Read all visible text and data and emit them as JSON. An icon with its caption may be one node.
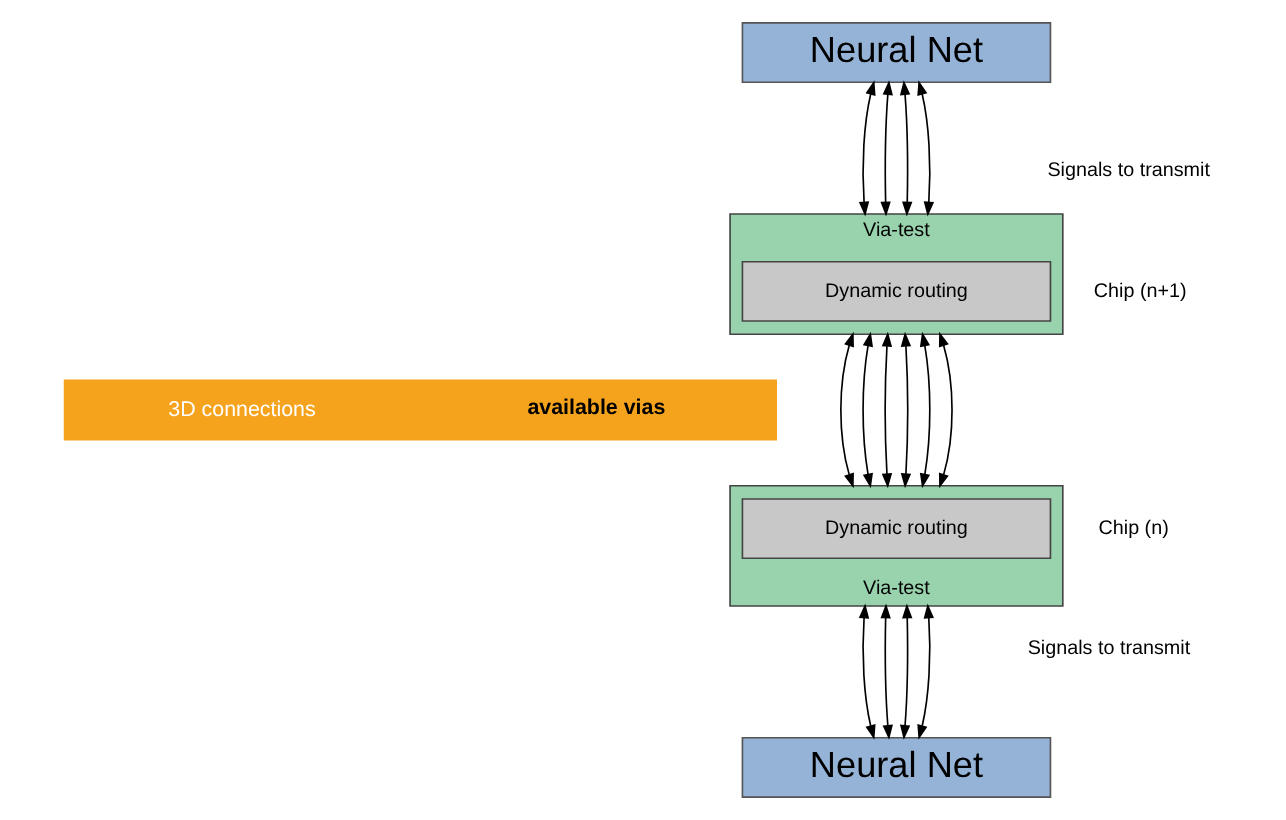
{
  "diagram": {
    "nodes": [
      {
        "text": [
          "Neural Net"
        ]
      },
      {
        "text": [
          "Via-test"
        ]
      },
      {
        "text": [
          "Dynamic routing"
        ],
        "in": 1
      },
      {
        "text": [
          "3D connections",
          "available vias"
        ]
      },
      {
        "text": [
          "Via-test"
        ]
      },
      {
        "text": [
          "Dynamic routing"
        ],
        "in": 4
      },
      {
        "text": [
          "Neural Net"
        ]
      }
    ],
    "edges": [
      {
        "from": 0,
        "to": 1,
        "arrow": "both"
      },
      {
        "from": 0,
        "to": 1,
        "arrow": "both"
      },
      {
        "from": 0,
        "to": 1,
        "arrow": "both"
      },
      {
        "from": 0,
        "to": 1,
        "arrow": "both"
      },
      {
        "from": 1,
        "to": 4,
        "arrow": "both"
      },
      {
        "from": 1,
        "to": 4,
        "arrow": "both"
      },
      {
        "from": 1,
        "to": 4,
        "arrow": "both"
      },
      {
        "from": 1,
        "to": 4,
        "arrow": "both"
      },
      {
        "from": 1,
        "to": 4,
        "arrow": "both"
      },
      {
        "from": 1,
        "to": 4,
        "arrow": "both"
      },
      {
        "from": 4,
        "to": 6,
        "arrow": "both"
      },
      {
        "from": 4,
        "to": 6,
        "arrow": "both"
      },
      {
        "from": 4,
        "to": 6,
        "arrow": "both"
      },
      {
        "from": 4,
        "to": 6,
        "arrow": "both"
      }
    ],
    "labels": [
      "Signals to transmit",
      "Chip (n+1)",
      "Chip (n)",
      "Signals to transmit"
    ]
  }
}
